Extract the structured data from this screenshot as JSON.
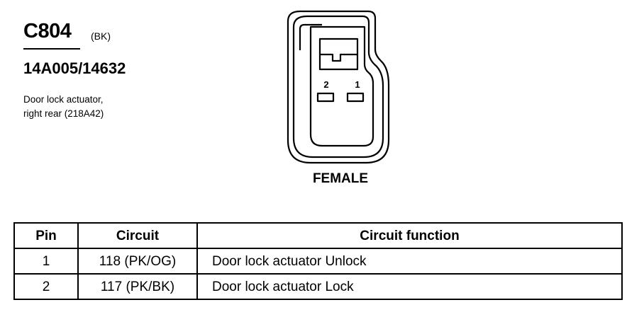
{
  "connector": {
    "id": "C804",
    "color_code": "(BK)",
    "part_numbers": "14A005/14632",
    "description_lines": [
      "Door lock actuator,",
      "right rear (218A42)"
    ],
    "gender": "FEMALE"
  },
  "pin_labels": [
    "2",
    "1"
  ],
  "table": {
    "headers": [
      "Pin",
      "Circuit",
      "Circuit function"
    ],
    "rows": [
      {
        "pin": "1",
        "circuit": "118 (PK/OG)",
        "function": "Door lock actuator Unlock"
      },
      {
        "pin": "2",
        "circuit": "117 (PK/BK)",
        "function": "Door lock actuator Lock"
      }
    ]
  }
}
